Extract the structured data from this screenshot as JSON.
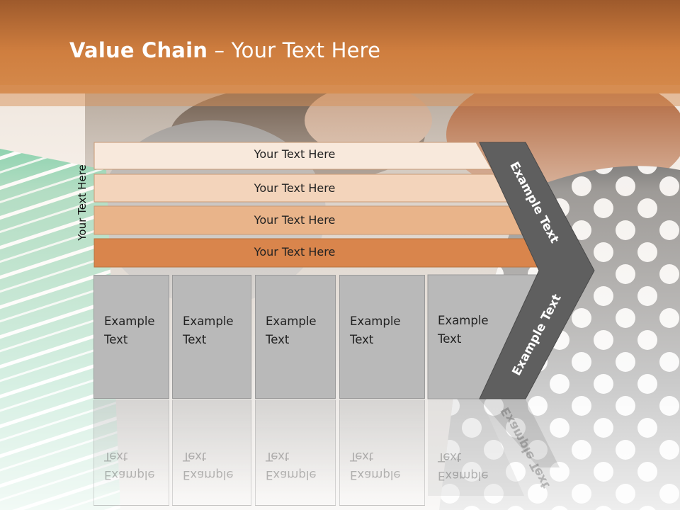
{
  "slide": {
    "title_bold": "Value Chain",
    "title_rest": " – Your Text Here",
    "side_label": "Your Text Here",
    "rows": [
      {
        "label": "Your Text Here"
      },
      {
        "label": "Your Text Here"
      },
      {
        "label": "Your Text Here"
      },
      {
        "label": "Your Text Here"
      }
    ],
    "boxes": [
      {
        "line1": "Example",
        "line2": "Text"
      },
      {
        "line1": "Example",
        "line2": "Text"
      },
      {
        "line1": "Example",
        "line2": "Text"
      },
      {
        "line1": "Example",
        "line2": "Text"
      },
      {
        "line1": "Example",
        "line2": "Text"
      }
    ],
    "arrow_upper_text": "Example Text",
    "arrow_lower_text": "Example Text"
  },
  "colors": {
    "header": "#c8773a",
    "row1": "#f8e9dc",
    "row2": "#f3d4bb",
    "row3": "#e9b48a",
    "row4": "#d9854c",
    "box": "#b9b9b9",
    "arrow": "#5f5f5f"
  }
}
